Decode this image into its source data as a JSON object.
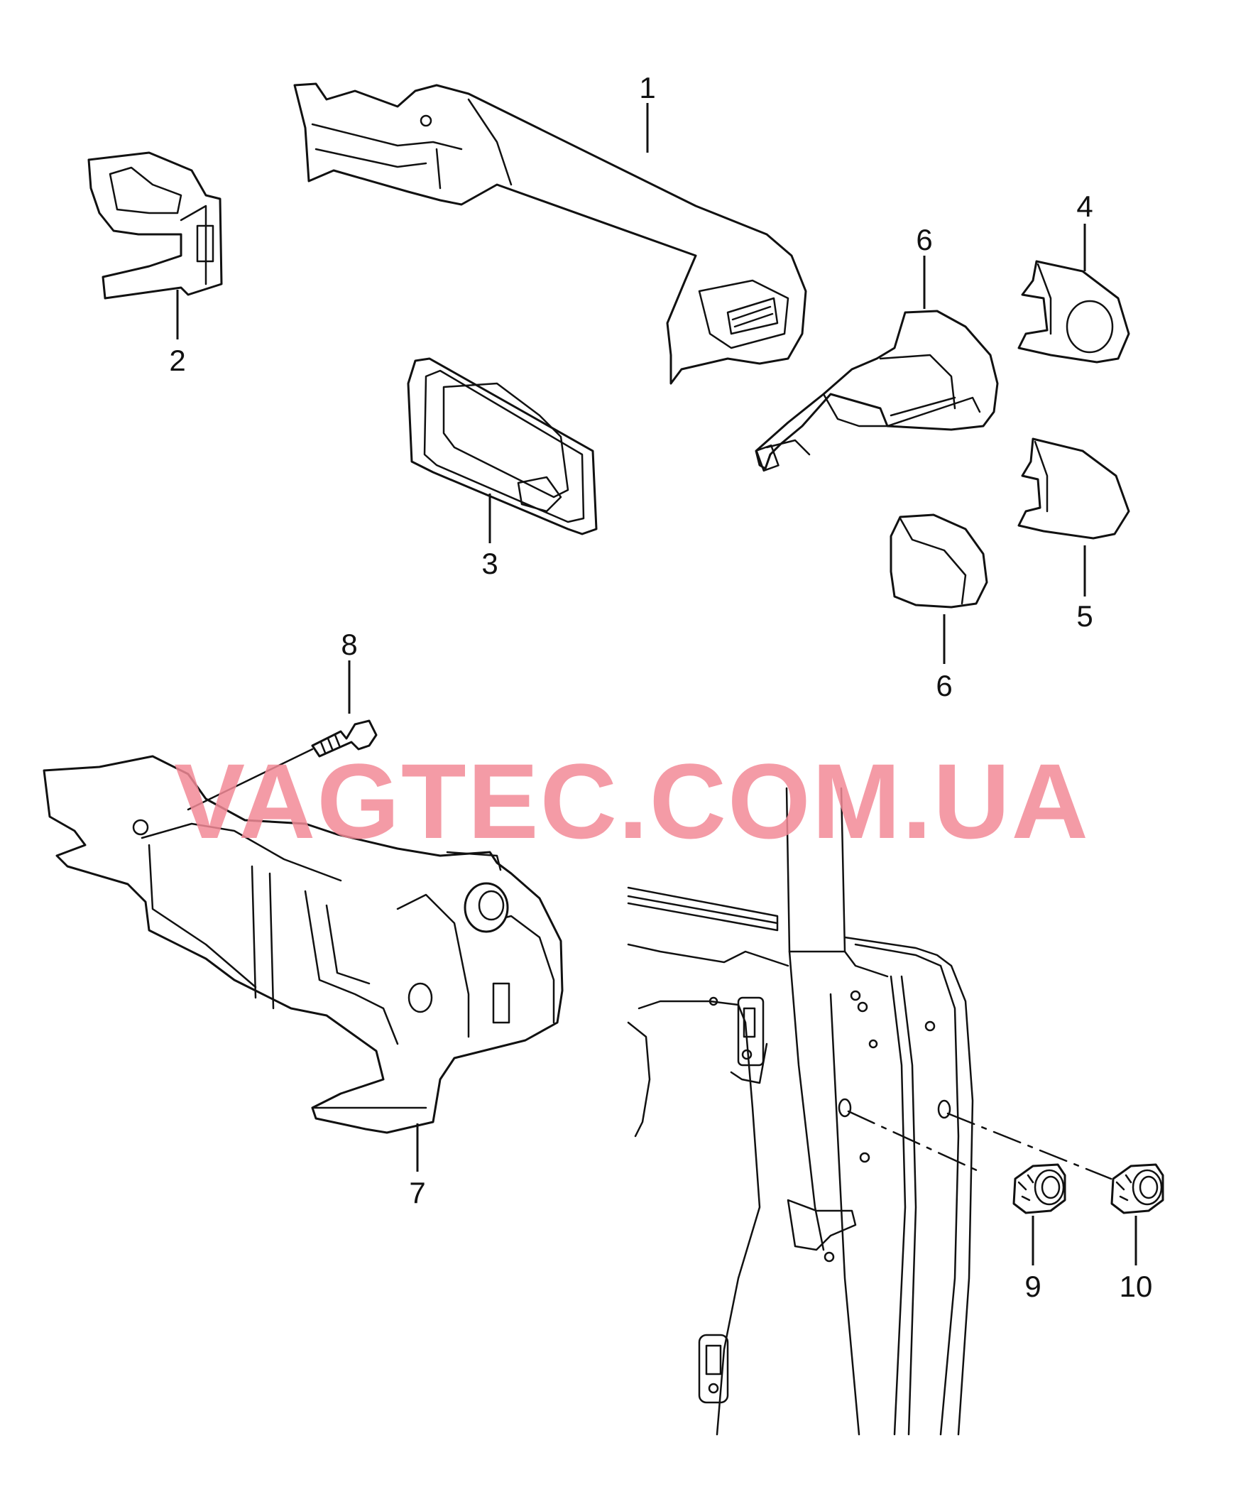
{
  "watermark": "VAGTEC.COM.UA",
  "callouts": [
    "1",
    "2",
    "3",
    "4",
    "5",
    "6",
    "6",
    "7",
    "8",
    "9",
    "10"
  ],
  "colors": {
    "line": "#111111",
    "background": "#ffffff",
    "watermark": "#f28a96"
  }
}
